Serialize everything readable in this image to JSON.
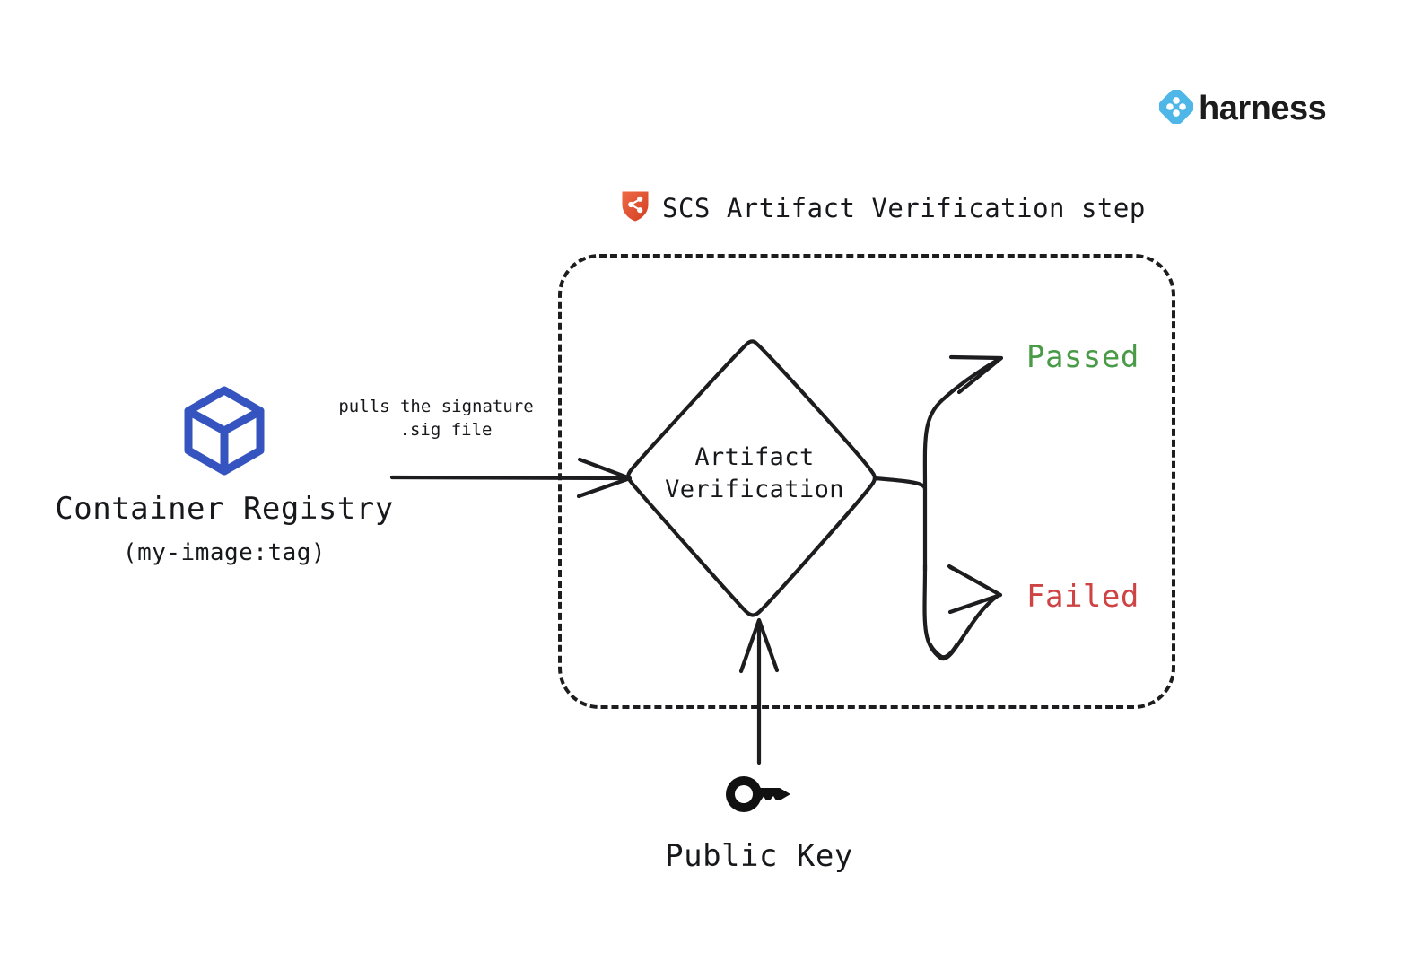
{
  "brand": {
    "name": "harness",
    "logo_icon": "harness-diamond-logo",
    "logo_color": "#4FB6E8",
    "word_color": "#1c1c1c"
  },
  "title": {
    "icon": "scs-shield-icon",
    "icon_color": "#E0512F",
    "text": "SCS Artifact Verification step"
  },
  "nodes": {
    "registry": {
      "icon": "container-cube-icon",
      "icon_color": "#3554BF",
      "label": "Container Registry",
      "sublabel": "(my-image:tag)"
    },
    "decision": {
      "shape": "diamond",
      "line1": "Artifact",
      "line2": "Verification"
    },
    "public_key": {
      "icon": "key-icon",
      "icon_color": "#111111",
      "label": "Public Key"
    }
  },
  "edges": {
    "registry_to_decision": {
      "caption_line1": "pulls the signature",
      "caption_line2": ".sig file"
    }
  },
  "outcomes": [
    {
      "label": "Passed",
      "color": "#4A9B48"
    },
    {
      "label": "Failed",
      "color": "#CE4343"
    }
  ],
  "colors": {
    "stroke": "#1d1d1f",
    "background": "#ffffff",
    "passed": "#4A9B48",
    "failed": "#CE4343"
  }
}
